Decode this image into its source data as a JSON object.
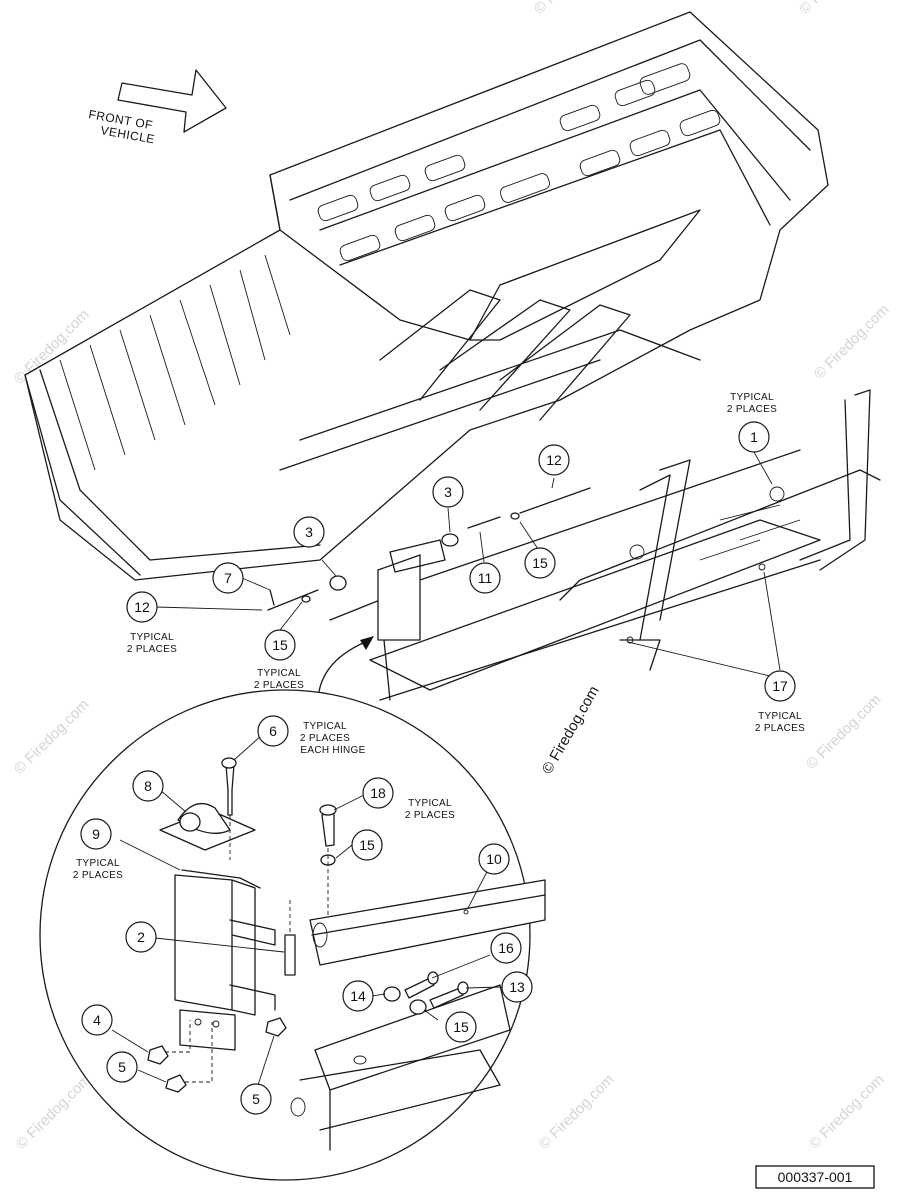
{
  "front_label": [
    "FRONT OF",
    "VEHICLE"
  ],
  "watermark": "© Firedog.com",
  "part_number": "000337-001",
  "callouts": [
    {
      "id": "c1",
      "n": "1"
    },
    {
      "id": "c3a",
      "n": "3"
    },
    {
      "id": "c3b",
      "n": "3"
    },
    {
      "id": "c7",
      "n": "7"
    },
    {
      "id": "c11",
      "n": "11"
    },
    {
      "id": "c12a",
      "n": "12"
    },
    {
      "id": "c12b",
      "n": "12"
    },
    {
      "id": "c15a",
      "n": "15"
    },
    {
      "id": "c15b",
      "n": "15"
    },
    {
      "id": "c17",
      "n": "17"
    },
    {
      "id": "c6",
      "n": "6"
    },
    {
      "id": "c8",
      "n": "8"
    },
    {
      "id": "c18",
      "n": "18"
    },
    {
      "id": "c15c",
      "n": "15"
    },
    {
      "id": "c9",
      "n": "9"
    },
    {
      "id": "c10",
      "n": "10"
    },
    {
      "id": "c2",
      "n": "2"
    },
    {
      "id": "c16",
      "n": "16"
    },
    {
      "id": "c14",
      "n": "14"
    },
    {
      "id": "c13",
      "n": "13"
    },
    {
      "id": "c4",
      "n": "4"
    },
    {
      "id": "c15d",
      "n": "15"
    },
    {
      "id": "c5a",
      "n": "5"
    },
    {
      "id": "c5b",
      "n": "5"
    }
  ],
  "notes": {
    "typical_2_places": [
      "TYPICAL",
      "2 PLACES"
    ],
    "typical_2_places_each_hinge": [
      "TYPICAL",
      "2 PLACES",
      "EACH HINGE"
    ]
  }
}
